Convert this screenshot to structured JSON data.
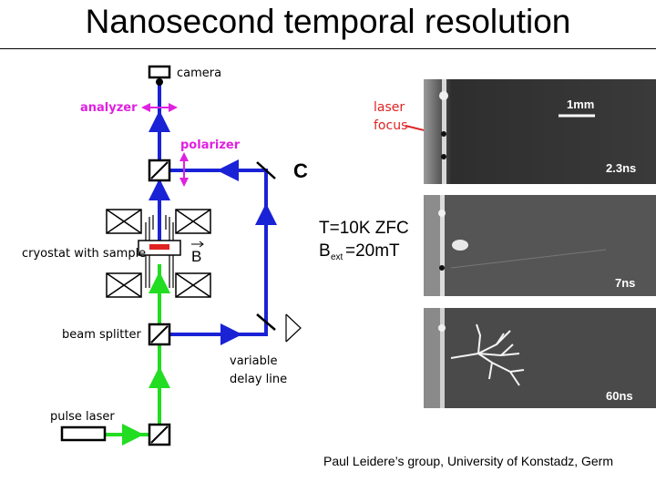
{
  "title": "Nanosecond temporal resolution",
  "setup": {
    "camera": "camera",
    "analyzer": "analyzer",
    "polarizer": "polarizer",
    "cryostat": "cryostat with sample",
    "beam_splitter": "beam splitter",
    "variable_delay": [
      "variable",
      "delay line"
    ],
    "pulse_laser": "pulse laser",
    "field_symbol": "B",
    "corner_label": "C"
  },
  "conditions": {
    "line1": "T=10K ZFC",
    "b_prefix": "B",
    "b_sub": "ext",
    "b_value": "=20mT"
  },
  "panels": [
    {
      "time": "2.3ns",
      "scale": "1mm",
      "annotation": [
        "laser",
        "focus"
      ]
    },
    {
      "time": "7ns"
    },
    {
      "time": "60ns"
    }
  ],
  "credit": "Paul Leidere’s group, University of Konstadz, Germ",
  "colors": {
    "beam_blue": "#1a22d6",
    "beam_green": "#22dd22",
    "magenta": "#e020e0",
    "red": "#e02222"
  }
}
